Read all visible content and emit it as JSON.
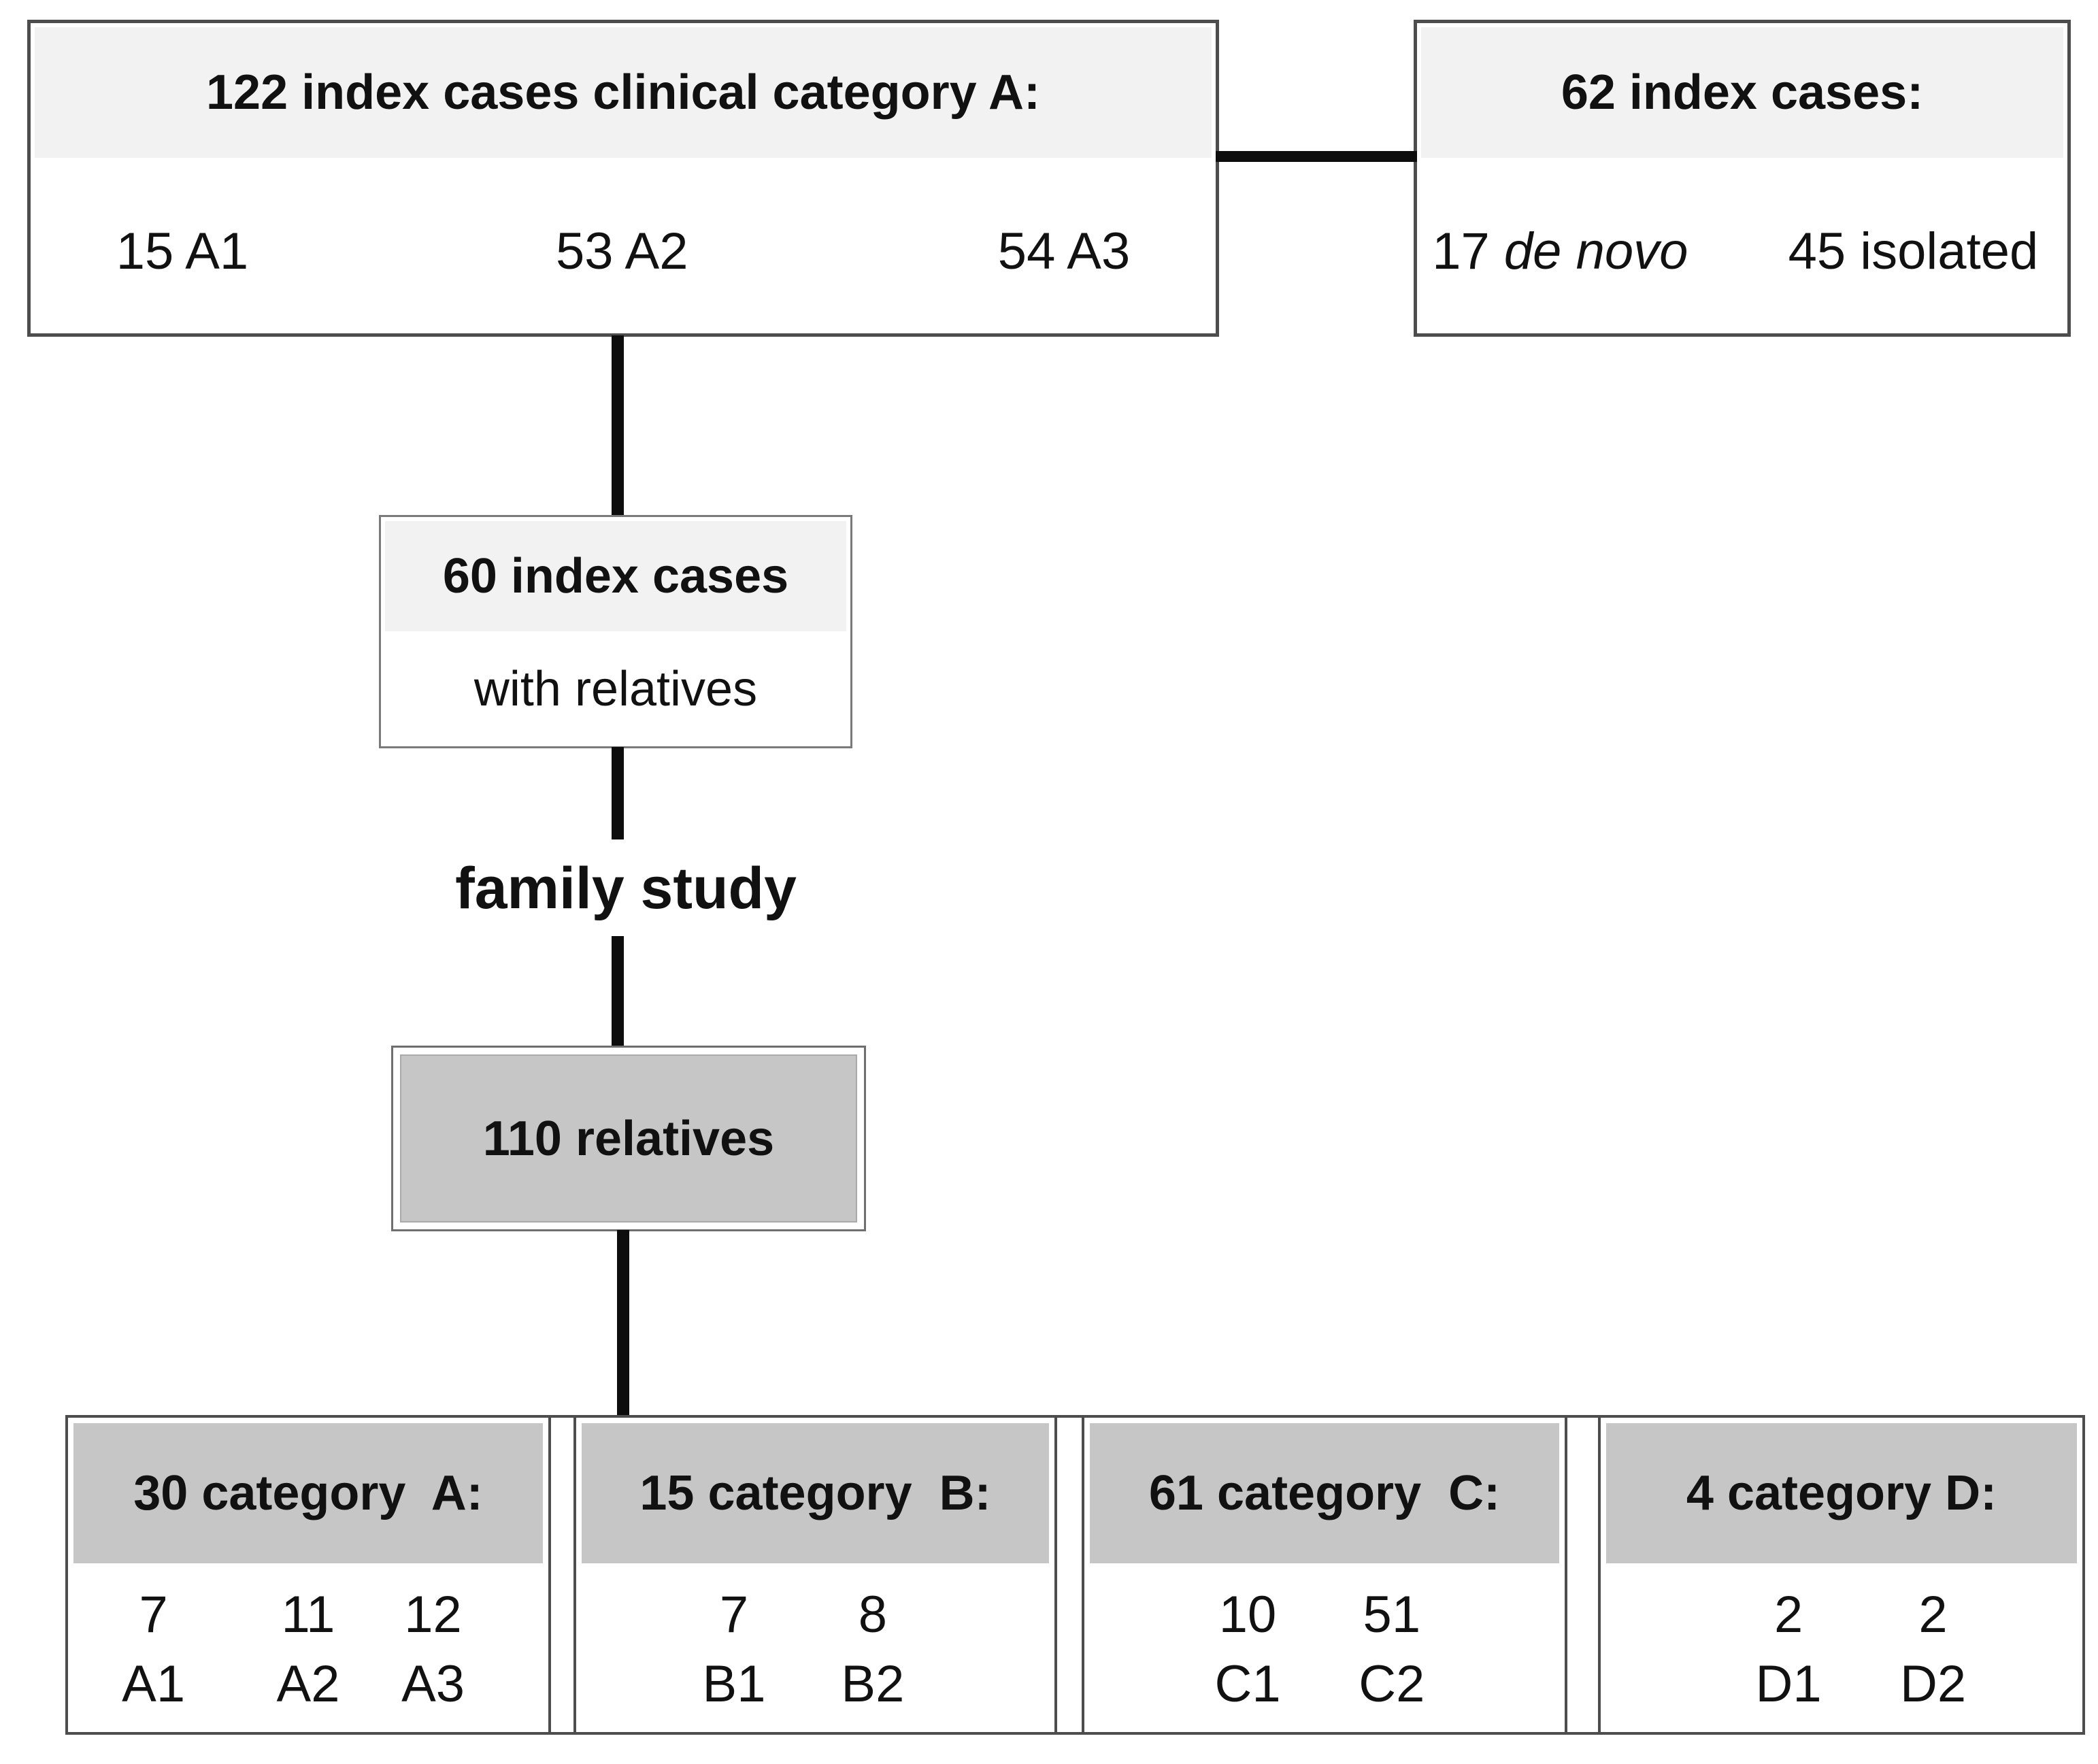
{
  "diagram": {
    "top_left_box": {
      "title": "122 index cases clinical category A:",
      "values": [
        "15 A1",
        "53 A2",
        "54 A3"
      ]
    },
    "top_right_box": {
      "title": "62 index cases:",
      "value1_number": "17 ",
      "value1_label": "de novo",
      "value2": "45 isolated"
    },
    "middle_box": {
      "title": "60 index cases",
      "subtitle": "with relatives"
    },
    "edge_label": "family study",
    "relatives_box": {
      "title": "110 relatives"
    },
    "bottom_boxes": [
      {
        "title": "30 category  A:",
        "columns": [
          {
            "count": "7",
            "label": "A1"
          },
          {
            "count": "11",
            "label": "A2"
          },
          {
            "count": "12",
            "label": "A3"
          }
        ]
      },
      {
        "title": "15 category  B:",
        "columns": [
          {
            "count": "7",
            "label": "B1"
          },
          {
            "count": "8",
            "label": "B2"
          }
        ]
      },
      {
        "title": "61 category  C:",
        "columns": [
          {
            "count": "10",
            "label": "C1"
          },
          {
            "count": "51",
            "label": "C2"
          }
        ]
      },
      {
        "title": "4 category D:",
        "columns": [
          {
            "count": "2",
            "label": "D1"
          },
          {
            "count": "2",
            "label": "D2"
          }
        ]
      }
    ],
    "colors": {
      "light_band": "#f2f2f2",
      "gray_band": "#c6c6c6",
      "border_dark": "#4d4d4d",
      "border_mid": "#7a7a7a",
      "connector": "#0d0d0d",
      "text": "#111111"
    }
  }
}
